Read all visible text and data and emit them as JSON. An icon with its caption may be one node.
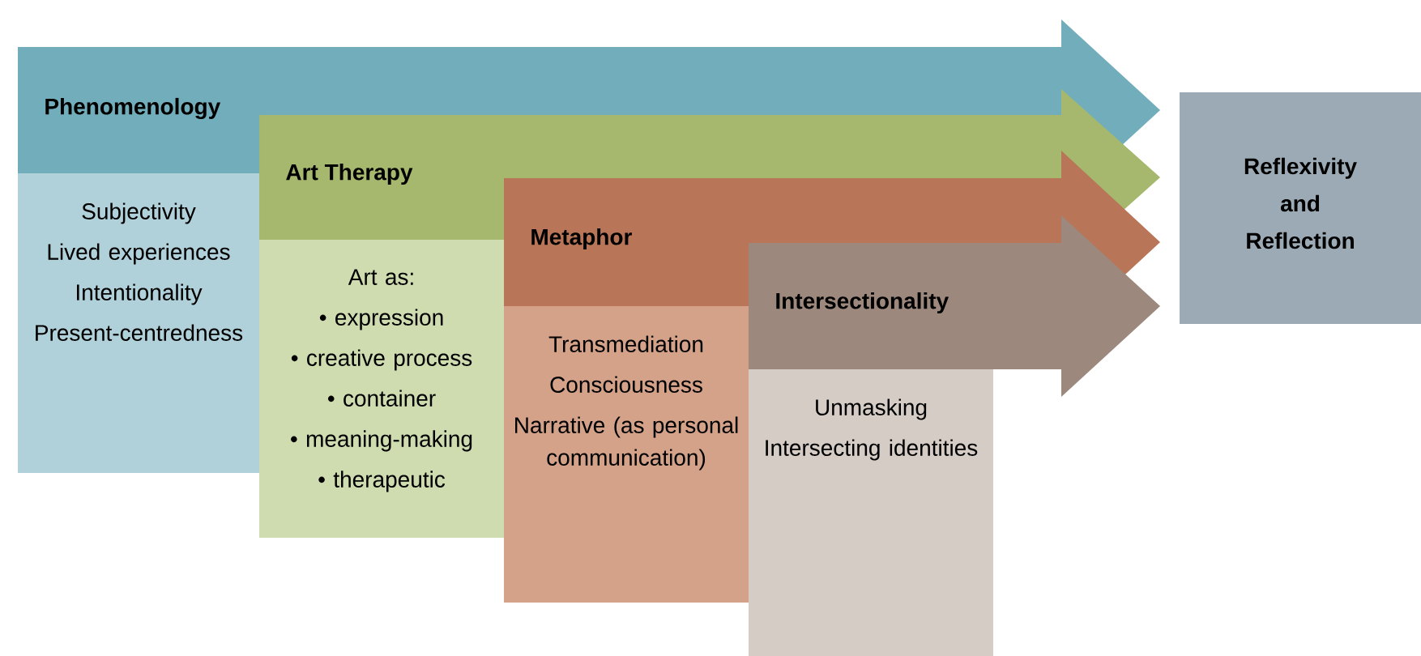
{
  "diagram": {
    "nodes": [
      {
        "text": [
          "Phenomenology"
        ]
      },
      {
        "text": [
          "Subjectivity",
          "Lived experiences",
          "Intentionality",
          "Present-centredness"
        ]
      },
      {
        "text": [
          "Art Therapy"
        ]
      },
      {
        "text": [
          "Art as:",
          "• expression",
          "• creative process",
          "• container",
          "• meaning-making",
          "• therapeutic"
        ]
      },
      {
        "text": [
          "Metaphor"
        ]
      },
      {
        "text": [
          "Transmediation",
          "Consciousness",
          "Narrative (as personal communication)"
        ]
      },
      {
        "text": [
          "Intersectionality"
        ]
      },
      {
        "text": [
          "Unmasking",
          "Intersecting identities"
        ]
      },
      {
        "text": [
          "Reflexivity and Reflection"
        ]
      }
    ]
  }
}
